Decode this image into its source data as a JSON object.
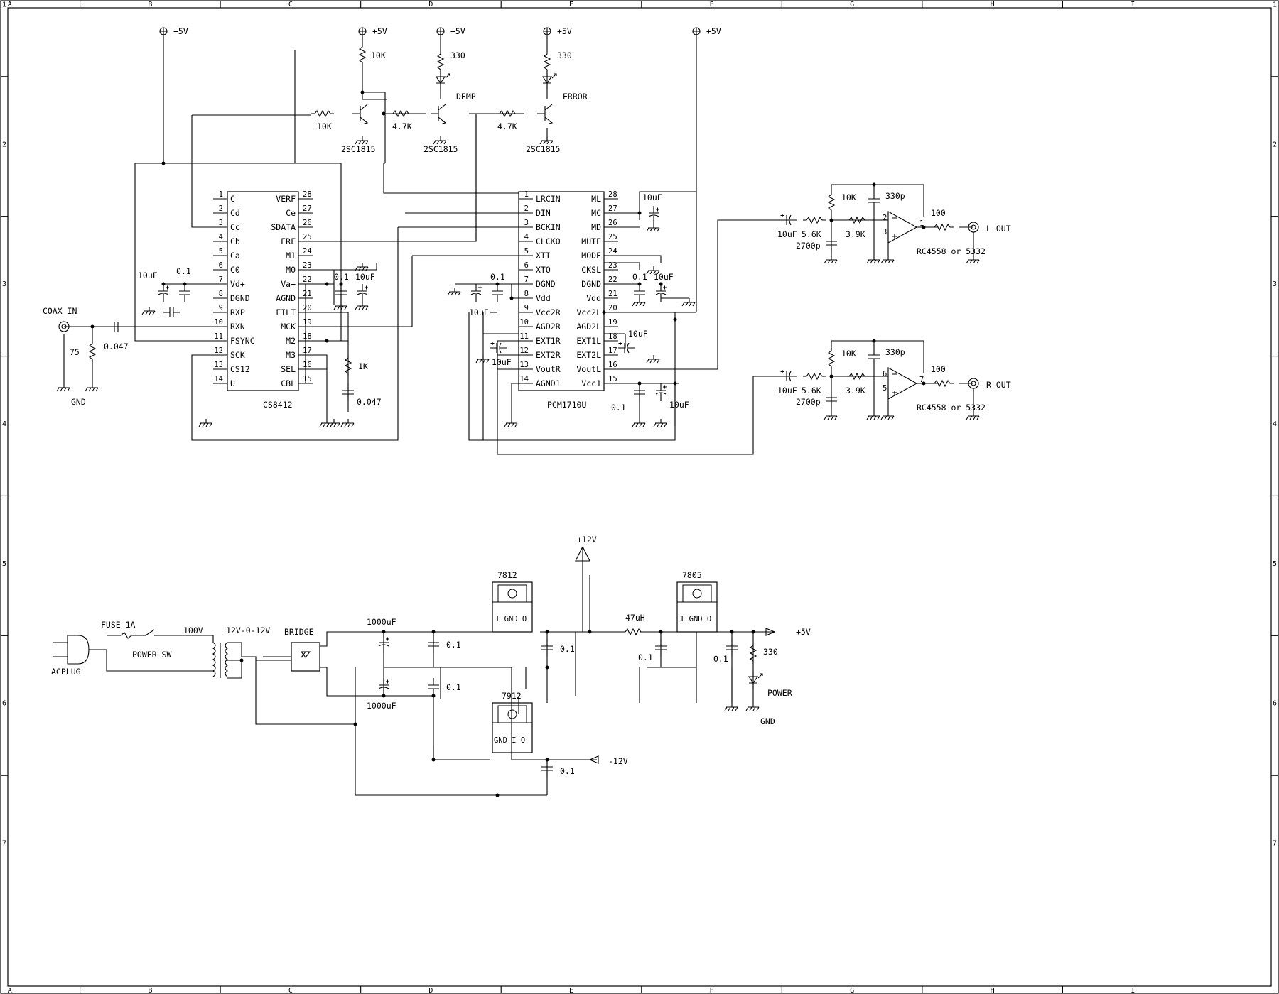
{
  "border": {
    "columns": [
      "A",
      "B",
      "C",
      "D",
      "E",
      "F",
      "G",
      "H",
      "I"
    ],
    "rows": [
      "1",
      "2",
      "3",
      "4",
      "5",
      "6",
      "7"
    ]
  },
  "chips": {
    "receiver": {
      "name": "CS8412",
      "left_pins": [
        {
          "num": "1",
          "name": "C"
        },
        {
          "num": "2",
          "name": "Cd"
        },
        {
          "num": "3",
          "name": "Cc"
        },
        {
          "num": "4",
          "name": "Cb"
        },
        {
          "num": "5",
          "name": "Ca"
        },
        {
          "num": "6",
          "name": "C0"
        },
        {
          "num": "7",
          "name": "Vd+"
        },
        {
          "num": "8",
          "name": "DGND"
        },
        {
          "num": "9",
          "name": "RXP"
        },
        {
          "num": "10",
          "name": "RXN"
        },
        {
          "num": "11",
          "name": "FSYNC"
        },
        {
          "num": "12",
          "name": "SCK"
        },
        {
          "num": "13",
          "name": "CS12"
        },
        {
          "num": "14",
          "name": "U"
        }
      ],
      "right_pins": [
        {
          "num": "28",
          "name": "VERF"
        },
        {
          "num": "27",
          "name": "Ce"
        },
        {
          "num": "26",
          "name": "SDATA"
        },
        {
          "num": "25",
          "name": "ERF"
        },
        {
          "num": "24",
          "name": "M1"
        },
        {
          "num": "23",
          "name": "M0"
        },
        {
          "num": "22",
          "name": "Va+"
        },
        {
          "num": "21",
          "name": "AGND"
        },
        {
          "num": "20",
          "name": "FILT"
        },
        {
          "num": "19",
          "name": "MCK"
        },
        {
          "num": "18",
          "name": "M2"
        },
        {
          "num": "17",
          "name": "M3"
        },
        {
          "num": "16",
          "name": "SEL"
        },
        {
          "num": "15",
          "name": "CBL"
        }
      ]
    },
    "dac": {
      "name": "PCM1710U",
      "left_pins": [
        {
          "num": "1",
          "name": "LRCIN"
        },
        {
          "num": "2",
          "name": "DIN"
        },
        {
          "num": "3",
          "name": "BCKIN"
        },
        {
          "num": "4",
          "name": "CLCKO"
        },
        {
          "num": "5",
          "name": "XTI"
        },
        {
          "num": "6",
          "name": "XTO"
        },
        {
          "num": "7",
          "name": "DGND"
        },
        {
          "num": "8",
          "name": "Vdd"
        },
        {
          "num": "9",
          "name": "Vcc2R"
        },
        {
          "num": "10",
          "name": "AGD2R"
        },
        {
          "num": "11",
          "name": "EXT1R"
        },
        {
          "num": "12",
          "name": "EXT2R"
        },
        {
          "num": "13",
          "name": "VoutR"
        },
        {
          "num": "14",
          "name": "AGND1"
        }
      ],
      "right_pins": [
        {
          "num": "28",
          "name": "ML"
        },
        {
          "num": "27",
          "name": "MC"
        },
        {
          "num": "26",
          "name": "MD"
        },
        {
          "num": "25",
          "name": "MUTE"
        },
        {
          "num": "24",
          "name": "MODE"
        },
        {
          "num": "23",
          "name": "CKSL"
        },
        {
          "num": "22",
          "name": "DGND"
        },
        {
          "num": "21",
          "name": "Vdd"
        },
        {
          "num": "20",
          "name": "Vcc2L"
        },
        {
          "num": "19",
          "name": "AGD2L"
        },
        {
          "num": "18",
          "name": "EXT1L"
        },
        {
          "num": "17",
          "name": "EXT2L"
        },
        {
          "num": "16",
          "name": "VoutL"
        },
        {
          "num": "15",
          "name": "Vcc1"
        }
      ]
    }
  },
  "labels": {
    "plus5v": "+5V",
    "plus12v": "+12V",
    "minus12v": "-12V",
    "gnd": "GND",
    "coax_in": "COAX IN",
    "r10k": "10K",
    "r330": "330",
    "r4k7": "4.7K",
    "r1k": "1K",
    "r75": "75",
    "r5k6": "5.6K",
    "r3k9": "3.9K",
    "r100": "100",
    "c01": "0.1",
    "c0047": "0.047",
    "c10uf": "10uF",
    "c330p": "330p",
    "c2700p": "2700p",
    "c1000uf": "1000uF",
    "l47uh": "47uH",
    "transistor": "2SC1815",
    "led_demp": "DEMP",
    "led_error": "ERROR",
    "led_power": "POWER",
    "opamp": "RC4558 or 5332",
    "l_out": "L OUT",
    "r_out": "R OUT",
    "opamp_l_pins": [
      "2",
      "3",
      "1"
    ],
    "opamp_r_pins": [
      "6",
      "5",
      "7"
    ],
    "fuse": "FUSE 1A",
    "power_sw": "POWER SW",
    "acplug": "ACPLUG",
    "v100": "100V",
    "transformer": "12V-0-12V",
    "bridge": "BRIDGE",
    "reg7812": "7812",
    "reg7805": "7805",
    "reg7912": "7912",
    "reg_pins_pos": "I GND O",
    "reg_pins_neg": "GND I O"
  }
}
